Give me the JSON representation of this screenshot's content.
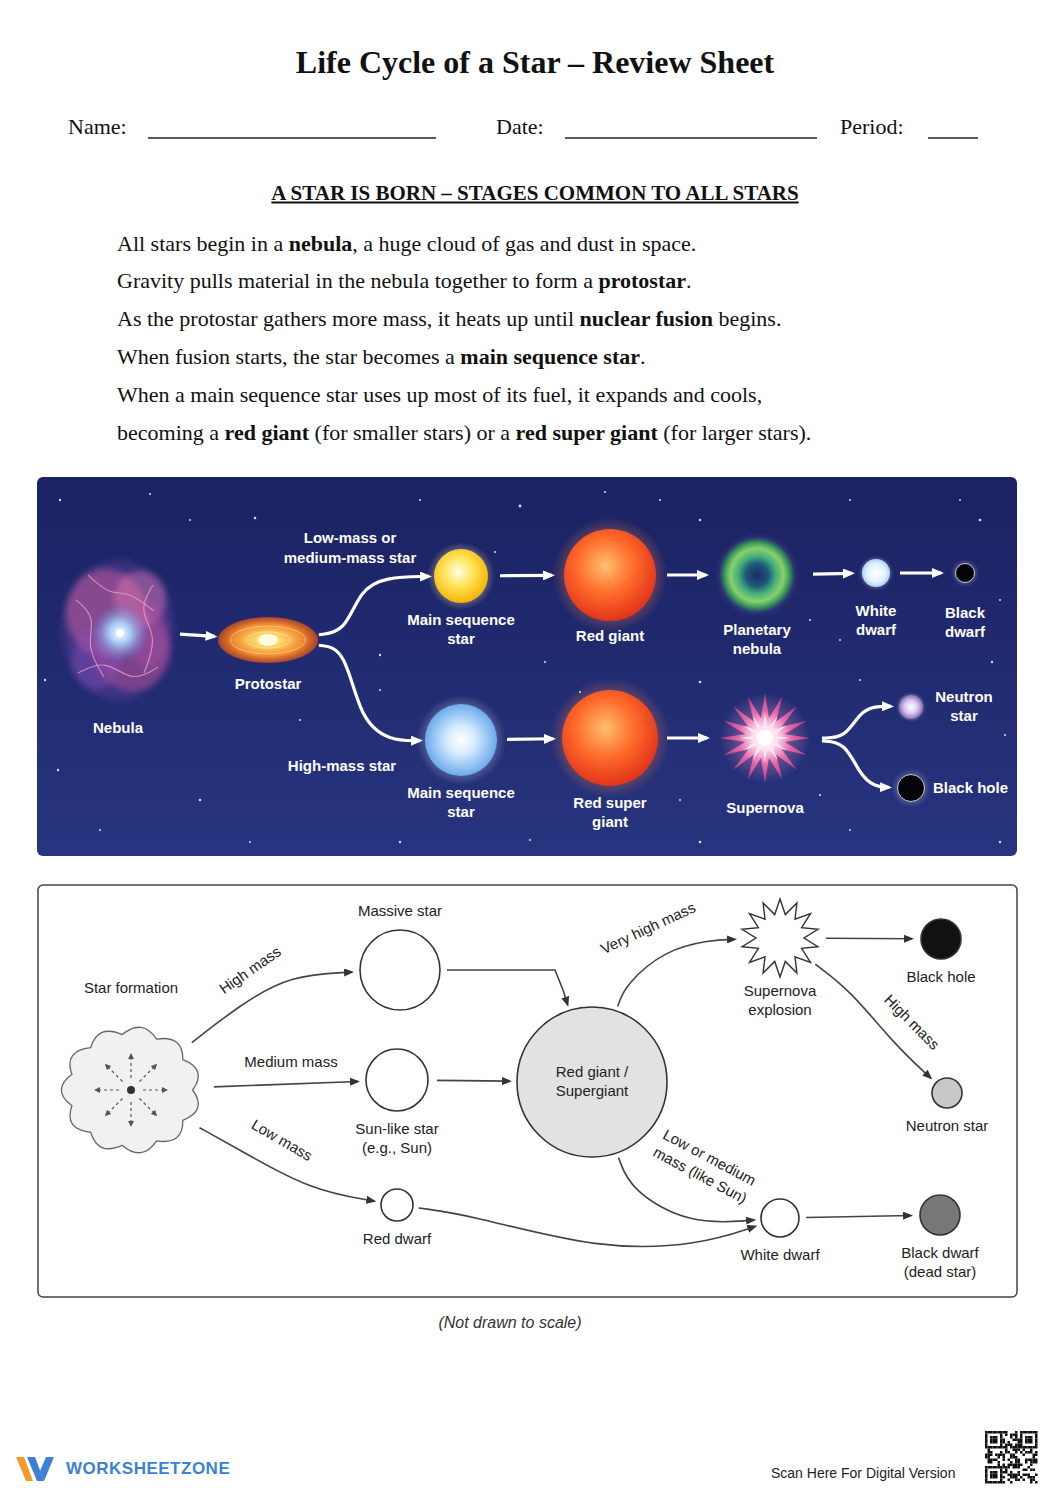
{
  "diagram": {
    "title": "Life Cycle of a Star – Review Sheet",
    "caption": "(Not drawn to scale)",
    "nodes": [
      {
        "text": [
          "Nebula"
        ]
      },
      {
        "text": [
          "Protostar"
        ]
      },
      {
        "text": [
          "Main sequence star"
        ]
      },
      {
        "text": [
          "Red giant"
        ]
      },
      {
        "text": [
          "Planetary nebula"
        ]
      },
      {
        "text": [
          "White dwarf"
        ]
      },
      {
        "text": [
          "Black dwarf"
        ]
      },
      {
        "text": [
          "Main sequence star"
        ]
      },
      {
        "text": [
          "Red super giant"
        ]
      },
      {
        "text": [
          "Supernova"
        ]
      },
      {
        "text": [
          "Neutron star"
        ]
      },
      {
        "text": [
          "Black hole"
        ]
      },
      {
        "text": [
          "Star formation"
        ]
      },
      {
        "text": [
          "Massive star"
        ]
      },
      {
        "text": [
          "Sun-like star (e.g., Sun)"
        ]
      },
      {
        "text": [
          "Red dwarf"
        ]
      },
      {
        "text": [
          "Red giant / Supergiant"
        ]
      },
      {
        "text": [
          "Supernova explosion"
        ]
      },
      {
        "text": [
          "Black hole"
        ]
      },
      {
        "text": [
          "Neutron star"
        ]
      },
      {
        "text": [
          "White dwarf"
        ]
      },
      {
        "text": [
          "Black dwarf (dead star)"
        ]
      }
    ],
    "edges": [
      {
        "from": 0,
        "to": 1,
        "arrow": "to"
      },
      {
        "from": 1,
        "to": 2,
        "arrow": "to",
        "label": "Low-mass or medium-mass star"
      },
      {
        "from": 1,
        "to": 7,
        "arrow": "to",
        "label": "High-mass star"
      },
      {
        "from": 2,
        "to": 3,
        "arrow": "to"
      },
      {
        "from": 3,
        "to": 4,
        "arrow": "to"
      },
      {
        "from": 4,
        "to": 5,
        "arrow": "to"
      },
      {
        "from": 5,
        "to": 6,
        "arrow": "to"
      },
      {
        "from": 7,
        "to": 8,
        "arrow": "to"
      },
      {
        "from": 8,
        "to": 9,
        "arrow": "to"
      },
      {
        "from": 9,
        "to": 10,
        "arrow": "to"
      },
      {
        "from": 9,
        "to": 11,
        "arrow": "to"
      },
      {
        "from": 12,
        "to": 13,
        "arrow": "to",
        "label": "High mass"
      },
      {
        "from": 12,
        "to": 14,
        "arrow": "to",
        "label": "Medium mass"
      },
      {
        "from": 12,
        "to": 15,
        "arrow": "to",
        "label": "Low mass"
      },
      {
        "from": 13,
        "to": 16,
        "arrow": "to"
      },
      {
        "from": 14,
        "to": 16,
        "arrow": "to"
      },
      {
        "from": 15,
        "to": 20,
        "arrow": "to"
      },
      {
        "from": 16,
        "to": 17,
        "arrow": "to",
        "label": "Very high mass"
      },
      {
        "from": 16,
        "to": 20,
        "arrow": "to",
        "label": "Low or medium mass (like Sun)"
      },
      {
        "from": 17,
        "to": 18,
        "arrow": "to"
      },
      {
        "from": 17,
        "to": 19,
        "arrow": "to",
        "label": "High mass"
      },
      {
        "from": 20,
        "to": 21,
        "arrow": "to"
      }
    ],
    "labels": [
      "Name:",
      "Date:",
      "Period:",
      "A STAR IS BORN – STAGES COMMON TO ALL STARS",
      "All stars begin in a nebula, a huge cloud of gas and dust in space.",
      "Gravity pulls material in the nebula together to form a protostar.",
      "As the protostar gathers more mass, it heats up until nuclear fusion begins.",
      "When fusion starts, the star becomes a main sequence star.",
      "When a main sequence star uses up most of its fuel, it expands and cools, becoming a red giant (for smaller stars) or a red super giant (for larger stars).",
      "WORKSHEETZONE",
      "Scan Here For Digital Version"
    ]
  }
}
